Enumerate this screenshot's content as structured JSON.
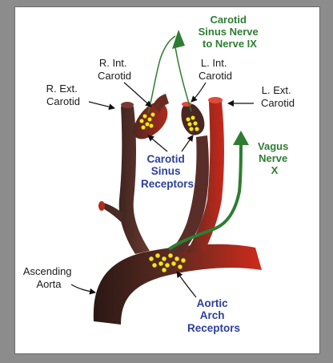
{
  "labels": {
    "r_int_carotid": [
      "R. Int.",
      "Carotid"
    ],
    "l_int_carotid": [
      "L. Int.",
      "Carotid"
    ],
    "r_ext_carotid": [
      "R. Ext.",
      "Carotid"
    ],
    "l_ext_carotid": [
      "L. Ext.",
      "Carotid"
    ],
    "ascending_aorta": [
      "Ascending",
      "Aorta"
    ],
    "carotid_sinus_nerve": [
      "Carotid",
      "Sinus Nerve",
      "to Nerve IX"
    ],
    "vagus_nerve": [
      "Vagus",
      "Nerve",
      "X"
    ],
    "carotid_sinus_receptors": [
      "Carotid",
      "Sinus",
      "Receptors"
    ],
    "aortic_arch_receptors": [
      "Aortic",
      "Arch",
      "Receptors"
    ]
  },
  "colors": {
    "frame": "#8c8c8c",
    "panel": "#ffffff",
    "vessel_dark": "#4a2a24",
    "vessel_red": "#c0281c",
    "nerve_green": "#2e7d32",
    "receptor_yellow": "#f5e61e",
    "receptor_label_blue": "#2c3e9c"
  }
}
